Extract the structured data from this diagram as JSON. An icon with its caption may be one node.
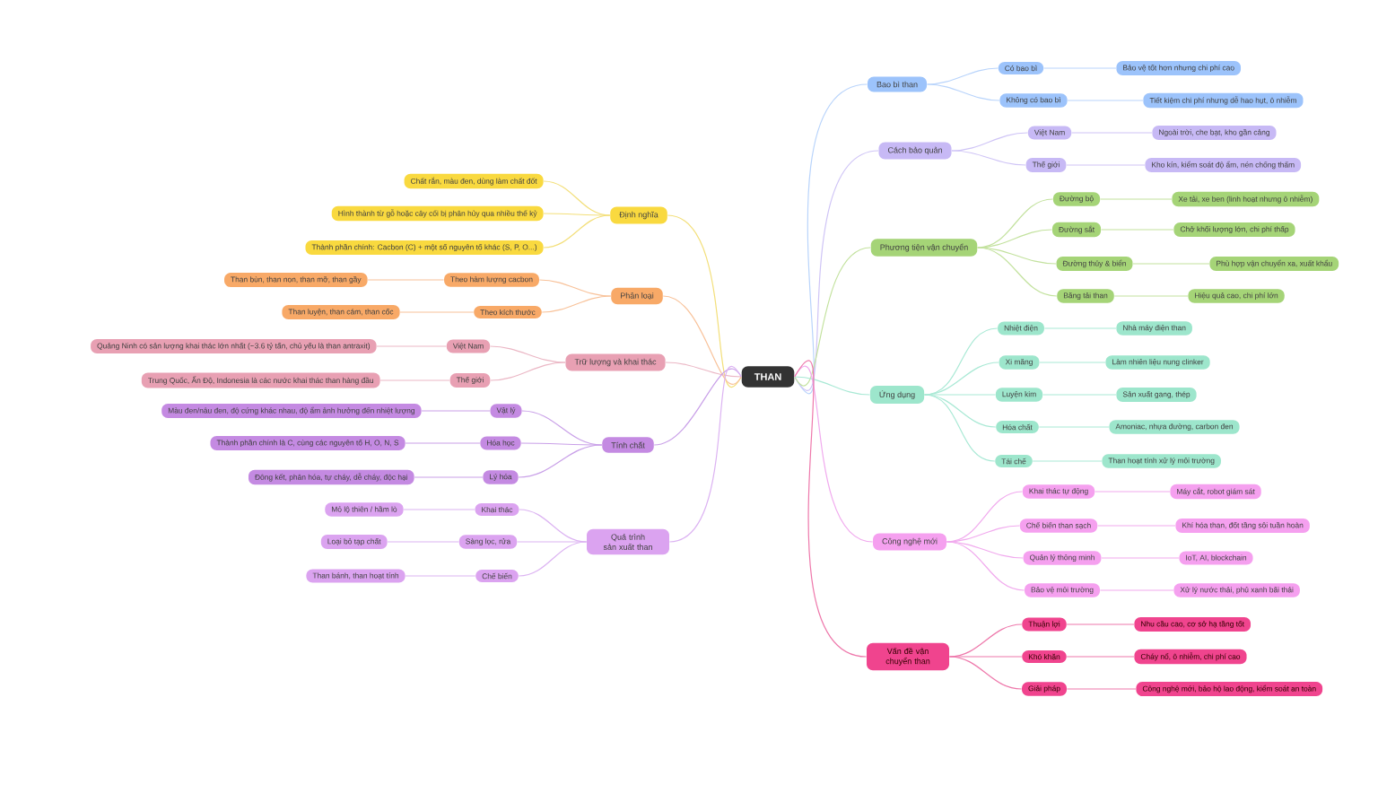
{
  "diagram": {
    "nodes": [
      {
        "text": [
          "THAN"
        ]
      },
      {
        "text": [
          "Định nghĩa"
        ]
      },
      {
        "text": [
          "Chất rắn, màu đen, dùng làm chất đốt"
        ]
      },
      {
        "text": [
          "Hình thành từ gỗ hoặc cây cối bị phân hủy qua nhiều thế kỷ"
        ]
      },
      {
        "text": [
          "Thành phần chính: Cacbon (C) + một số nguyên tố khác (S, P, O...)"
        ]
      },
      {
        "text": [
          "Phân loại"
        ]
      },
      {
        "text": [
          "Theo hàm lượng cacbon"
        ]
      },
      {
        "text": [
          "Than bùn, than non, than mỡ, than gầy"
        ]
      },
      {
        "text": [
          "Theo kích thước"
        ]
      },
      {
        "text": [
          "Than luyện, than cám, than cốc"
        ]
      },
      {
        "text": [
          "Trữ lượng và khai thác"
        ]
      },
      {
        "text": [
          "Việt Nam"
        ]
      },
      {
        "text": [
          "Quảng Ninh có sản lượng khai thác lớn nhất (~3.6 tỷ tấn, chủ yếu là than antraxit)"
        ]
      },
      {
        "text": [
          "Thế giới"
        ]
      },
      {
        "text": [
          "Trung Quốc, Ấn Độ, Indonesia là các nước khai thác than hàng đầu"
        ]
      },
      {
        "text": [
          "Tính chất"
        ]
      },
      {
        "text": [
          "Vật lý"
        ]
      },
      {
        "text": [
          "Màu đen/nâu đen, độ cứng khác nhau, độ ẩm ảnh hưởng đến nhiệt lượng"
        ]
      },
      {
        "text": [
          "Hóa học"
        ]
      },
      {
        "text": [
          "Thành phần chính là C, cùng các nguyên tố H, O, N, S"
        ]
      },
      {
        "text": [
          "Lý hóa"
        ]
      },
      {
        "text": [
          "Đông kết, phân hóa, tự cháy, dễ cháy, độc hại"
        ]
      },
      {
        "text": [
          "Quá trình sản xuất than"
        ]
      },
      {
        "text": [
          "Khai thác"
        ]
      },
      {
        "text": [
          "Mỏ lộ thiên / hầm lò"
        ]
      },
      {
        "text": [
          "Sàng lọc, rửa"
        ]
      },
      {
        "text": [
          "Loại bỏ tạp chất"
        ]
      },
      {
        "text": [
          "Chế biến"
        ]
      },
      {
        "text": [
          "Than bánh, than hoạt tính"
        ]
      },
      {
        "text": [
          "Bao bì than"
        ]
      },
      {
        "text": [
          "Có bao bì"
        ]
      },
      {
        "text": [
          "Bảo vệ tốt hơn nhưng chi phí cao"
        ]
      },
      {
        "text": [
          "Không có bao bì"
        ]
      },
      {
        "text": [
          "Tiết kiệm chi phí nhưng dễ hao hụt, ô nhiễm"
        ]
      },
      {
        "text": [
          "Cách bảo quản"
        ]
      },
      {
        "text": [
          "Việt Nam"
        ]
      },
      {
        "text": [
          "Ngoài trời, che bạt, kho gần cảng"
        ]
      },
      {
        "text": [
          "Thế giới"
        ]
      },
      {
        "text": [
          "Kho kín, kiểm soát độ ẩm, nén chống thấm"
        ]
      },
      {
        "text": [
          "Phương tiện vận chuyển"
        ]
      },
      {
        "text": [
          "Đường bộ"
        ]
      },
      {
        "text": [
          "Xe tải, xe ben (linh hoạt nhưng ô nhiễm)"
        ]
      },
      {
        "text": [
          "Đường sắt"
        ]
      },
      {
        "text": [
          "Chở khối lượng lớn, chi phí thấp"
        ]
      },
      {
        "text": [
          "Đường thủy & biển"
        ]
      },
      {
        "text": [
          "Phù hợp vận chuyển xa, xuất khẩu"
        ]
      },
      {
        "text": [
          "Băng tải than"
        ]
      },
      {
        "text": [
          "Hiệu quả cao, chi phí lớn"
        ]
      },
      {
        "text": [
          "Ứng dụng"
        ]
      },
      {
        "text": [
          "Nhiệt điện"
        ]
      },
      {
        "text": [
          "Nhà máy điện than"
        ]
      },
      {
        "text": [
          "Xi măng"
        ]
      },
      {
        "text": [
          "Làm nhiên liệu nung clinker"
        ]
      },
      {
        "text": [
          "Luyện kim"
        ]
      },
      {
        "text": [
          "Sản xuất gang, thép"
        ]
      },
      {
        "text": [
          "Hóa chất"
        ]
      },
      {
        "text": [
          "Amoniac, nhựa đường, carbon đen"
        ]
      },
      {
        "text": [
          "Tái chế"
        ]
      },
      {
        "text": [
          "Than hoạt tính xử lý môi trường"
        ]
      },
      {
        "text": [
          "Công nghệ mới"
        ]
      },
      {
        "text": [
          "Khai thác tự động"
        ]
      },
      {
        "text": [
          "Máy cắt, robot giám sát"
        ]
      },
      {
        "text": [
          "Chế biến than sạch"
        ]
      },
      {
        "text": [
          "Khí hóa than, đốt tầng sôi tuần hoàn"
        ]
      },
      {
        "text": [
          "Quản lý thông minh"
        ]
      },
      {
        "text": [
          "IoT, AI, blockchain"
        ]
      },
      {
        "text": [
          "Bảo vệ môi trường"
        ]
      },
      {
        "text": [
          "Xử lý nước thải, phủ xanh bãi thải"
        ]
      },
      {
        "text": [
          "Vấn đề vận chuyển than"
        ]
      },
      {
        "text": [
          "Thuận lợi"
        ]
      },
      {
        "text": [
          "Nhu cầu cao, cơ sở hạ tầng tốt"
        ]
      },
      {
        "text": [
          "Khó khăn"
        ]
      },
      {
        "text": [
          "Cháy nổ, ô nhiễm, chi phí cao"
        ]
      },
      {
        "text": [
          "Giải pháp"
        ]
      },
      {
        "text": [
          "Công nghệ mới, bảo hộ lao động, kiểm soát an toàn"
        ]
      }
    ],
    "edges": [
      {
        "from": 0,
        "to": 1,
        "arrow": "none",
        "color": "#f3df7a"
      },
      {
        "from": 1,
        "to": 2,
        "arrow": "none",
        "color": "#f3df7a"
      },
      {
        "from": 1,
        "to": 3,
        "arrow": "none",
        "color": "#f3df7a"
      },
      {
        "from": 1,
        "to": 4,
        "arrow": "none",
        "color": "#f3df7a"
      },
      {
        "from": 0,
        "to": 5,
        "arrow": "none",
        "color": "#f8c29a"
      },
      {
        "from": 5,
        "to": 6,
        "arrow": "none",
        "color": "#f8c29a"
      },
      {
        "from": 6,
        "to": 7,
        "arrow": "none",
        "color": "#f8c29a"
      },
      {
        "from": 5,
        "to": 8,
        "arrow": "none",
        "color": "#f8c29a"
      },
      {
        "from": 8,
        "to": 9,
        "arrow": "none",
        "color": "#f8c29a"
      },
      {
        "from": 0,
        "to": 10,
        "arrow": "none",
        "color": "#ebb7c5"
      },
      {
        "from": 10,
        "to": 11,
        "arrow": "none",
        "color": "#ebb7c5"
      },
      {
        "from": 11,
        "to": 12,
        "arrow": "none",
        "color": "#ebb7c5"
      },
      {
        "from": 10,
        "to": 13,
        "arrow": "none",
        "color": "#ebb7c5"
      },
      {
        "from": 13,
        "to": 14,
        "arrow": "none",
        "color": "#ebb7c5"
      },
      {
        "from": 0,
        "to": 15,
        "arrow": "none",
        "color": "#c9a0e8"
      },
      {
        "from": 15,
        "to": 16,
        "arrow": "none",
        "color": "#c9a0e8"
      },
      {
        "from": 16,
        "to": 17,
        "arrow": "none",
        "color": "#c9a0e8"
      },
      {
        "from": 15,
        "to": 18,
        "arrow": "none",
        "color": "#c9a0e8"
      },
      {
        "from": 18,
        "to": 19,
        "arrow": "none",
        "color": "#c9a0e8"
      },
      {
        "from": 15,
        "to": 20,
        "arrow": "none",
        "color": "#c9a0e8"
      },
      {
        "from": 20,
        "to": 21,
        "arrow": "none",
        "color": "#c9a0e8"
      },
      {
        "from": 0,
        "to": 22,
        "arrow": "none",
        "color": "#dcb3f2"
      },
      {
        "from": 22,
        "to": 23,
        "arrow": "none",
        "color": "#dcb3f2"
      },
      {
        "from": 23,
        "to": 24,
        "arrow": "none",
        "color": "#dcb3f2"
      },
      {
        "from": 22,
        "to": 25,
        "arrow": "none",
        "color": "#dcb3f2"
      },
      {
        "from": 25,
        "to": 26,
        "arrow": "none",
        "color": "#dcb3f2"
      },
      {
        "from": 22,
        "to": 27,
        "arrow": "none",
        "color": "#dcb3f2"
      },
      {
        "from": 27,
        "to": 28,
        "arrow": "none",
        "color": "#dcb3f2"
      },
      {
        "from": 0,
        "to": 29,
        "arrow": "none",
        "color": "#b9d4fb"
      },
      {
        "from": 29,
        "to": 30,
        "arrow": "none",
        "color": "#b9d4fb"
      },
      {
        "from": 30,
        "to": 31,
        "arrow": "none",
        "color": "#b9d4fb"
      },
      {
        "from": 29,
        "to": 32,
        "arrow": "none",
        "color": "#b9d4fb"
      },
      {
        "from": 32,
        "to": 33,
        "arrow": "none",
        "color": "#b9d4fb"
      },
      {
        "from": 0,
        "to": 34,
        "arrow": "none",
        "color": "#cfc4f6"
      },
      {
        "from": 34,
        "to": 35,
        "arrow": "none",
        "color": "#cfc4f6"
      },
      {
        "from": 35,
        "to": 36,
        "arrow": "none",
        "color": "#cfc4f6"
      },
      {
        "from": 34,
        "to": 37,
        "arrow": "none",
        "color": "#cfc4f6"
      },
      {
        "from": 37,
        "to": 38,
        "arrow": "none",
        "color": "#cfc4f6"
      },
      {
        "from": 0,
        "to": 39,
        "arrow": "none",
        "color": "#c3e29e"
      },
      {
        "from": 39,
        "to": 40,
        "arrow": "none",
        "color": "#c3e29e"
      },
      {
        "from": 40,
        "to": 41,
        "arrow": "none",
        "color": "#c3e29e"
      },
      {
        "from": 39,
        "to": 42,
        "arrow": "none",
        "color": "#c3e29e"
      },
      {
        "from": 42,
        "to": 43,
        "arrow": "none",
        "color": "#c3e29e"
      },
      {
        "from": 39,
        "to": 44,
        "arrow": "none",
        "color": "#c3e29e"
      },
      {
        "from": 44,
        "to": 45,
        "arrow": "none",
        "color": "#c3e29e"
      },
      {
        "from": 39,
        "to": 46,
        "arrow": "none",
        "color": "#c3e29e"
      },
      {
        "from": 46,
        "to": 47,
        "arrow": "none",
        "color": "#c3e29e"
      },
      {
        "from": 0,
        "to": 48,
        "arrow": "none",
        "color": "#a9e9d5"
      },
      {
        "from": 48,
        "to": 49,
        "arrow": "none",
        "color": "#a9e9d5"
      },
      {
        "from": 49,
        "to": 50,
        "arrow": "none",
        "color": "#a9e9d5"
      },
      {
        "from": 48,
        "to": 51,
        "arrow": "none",
        "color": "#a9e9d5"
      },
      {
        "from": 51,
        "to": 52,
        "arrow": "none",
        "color": "#a9e9d5"
      },
      {
        "from": 48,
        "to": 53,
        "arrow": "none",
        "color": "#a9e9d5"
      },
      {
        "from": 53,
        "to": 54,
        "arrow": "none",
        "color": "#a9e9d5"
      },
      {
        "from": 48,
        "to": 55,
        "arrow": "none",
        "color": "#a9e9d5"
      },
      {
        "from": 55,
        "to": 56,
        "arrow": "none",
        "color": "#a9e9d5"
      },
      {
        "from": 48,
        "to": 57,
        "arrow": "none",
        "color": "#a9e9d5"
      },
      {
        "from": 57,
        "to": 58,
        "arrow": "none",
        "color": "#a9e9d5"
      },
      {
        "from": 0,
        "to": 59,
        "arrow": "none",
        "color": "#f1aaee"
      },
      {
        "from": 59,
        "to": 60,
        "arrow": "none",
        "color": "#f1aaee"
      },
      {
        "from": 60,
        "to": 61,
        "arrow": "none",
        "color": "#f1aaee"
      },
      {
        "from": 59,
        "to": 62,
        "arrow": "none",
        "color": "#f1aaee"
      },
      {
        "from": 62,
        "to": 63,
        "arrow": "none",
        "color": "#f1aaee"
      },
      {
        "from": 59,
        "to": 64,
        "arrow": "none",
        "color": "#f1aaee"
      },
      {
        "from": 64,
        "to": 65,
        "arrow": "none",
        "color": "#f1aaee"
      },
      {
        "from": 59,
        "to": 66,
        "arrow": "none",
        "color": "#f1aaee"
      },
      {
        "from": 66,
        "to": 67,
        "arrow": "none",
        "color": "#f1aaee"
      },
      {
        "from": 0,
        "to": 68,
        "arrow": "none",
        "color": "#ee78ab"
      },
      {
        "from": 68,
        "to": 69,
        "arrow": "none",
        "color": "#ee78ab"
      },
      {
        "from": 69,
        "to": 70,
        "arrow": "none",
        "color": "#ee78ab"
      },
      {
        "from": 68,
        "to": 71,
        "arrow": "none",
        "color": "#ee78ab"
      },
      {
        "from": 71,
        "to": 72,
        "arrow": "none",
        "color": "#ee78ab"
      },
      {
        "from": 68,
        "to": 73,
        "arrow": "none",
        "color": "#ee78ab"
      },
      {
        "from": 73,
        "to": 74,
        "arrow": "none",
        "color": "#ee78ab"
      }
    ]
  }
}
